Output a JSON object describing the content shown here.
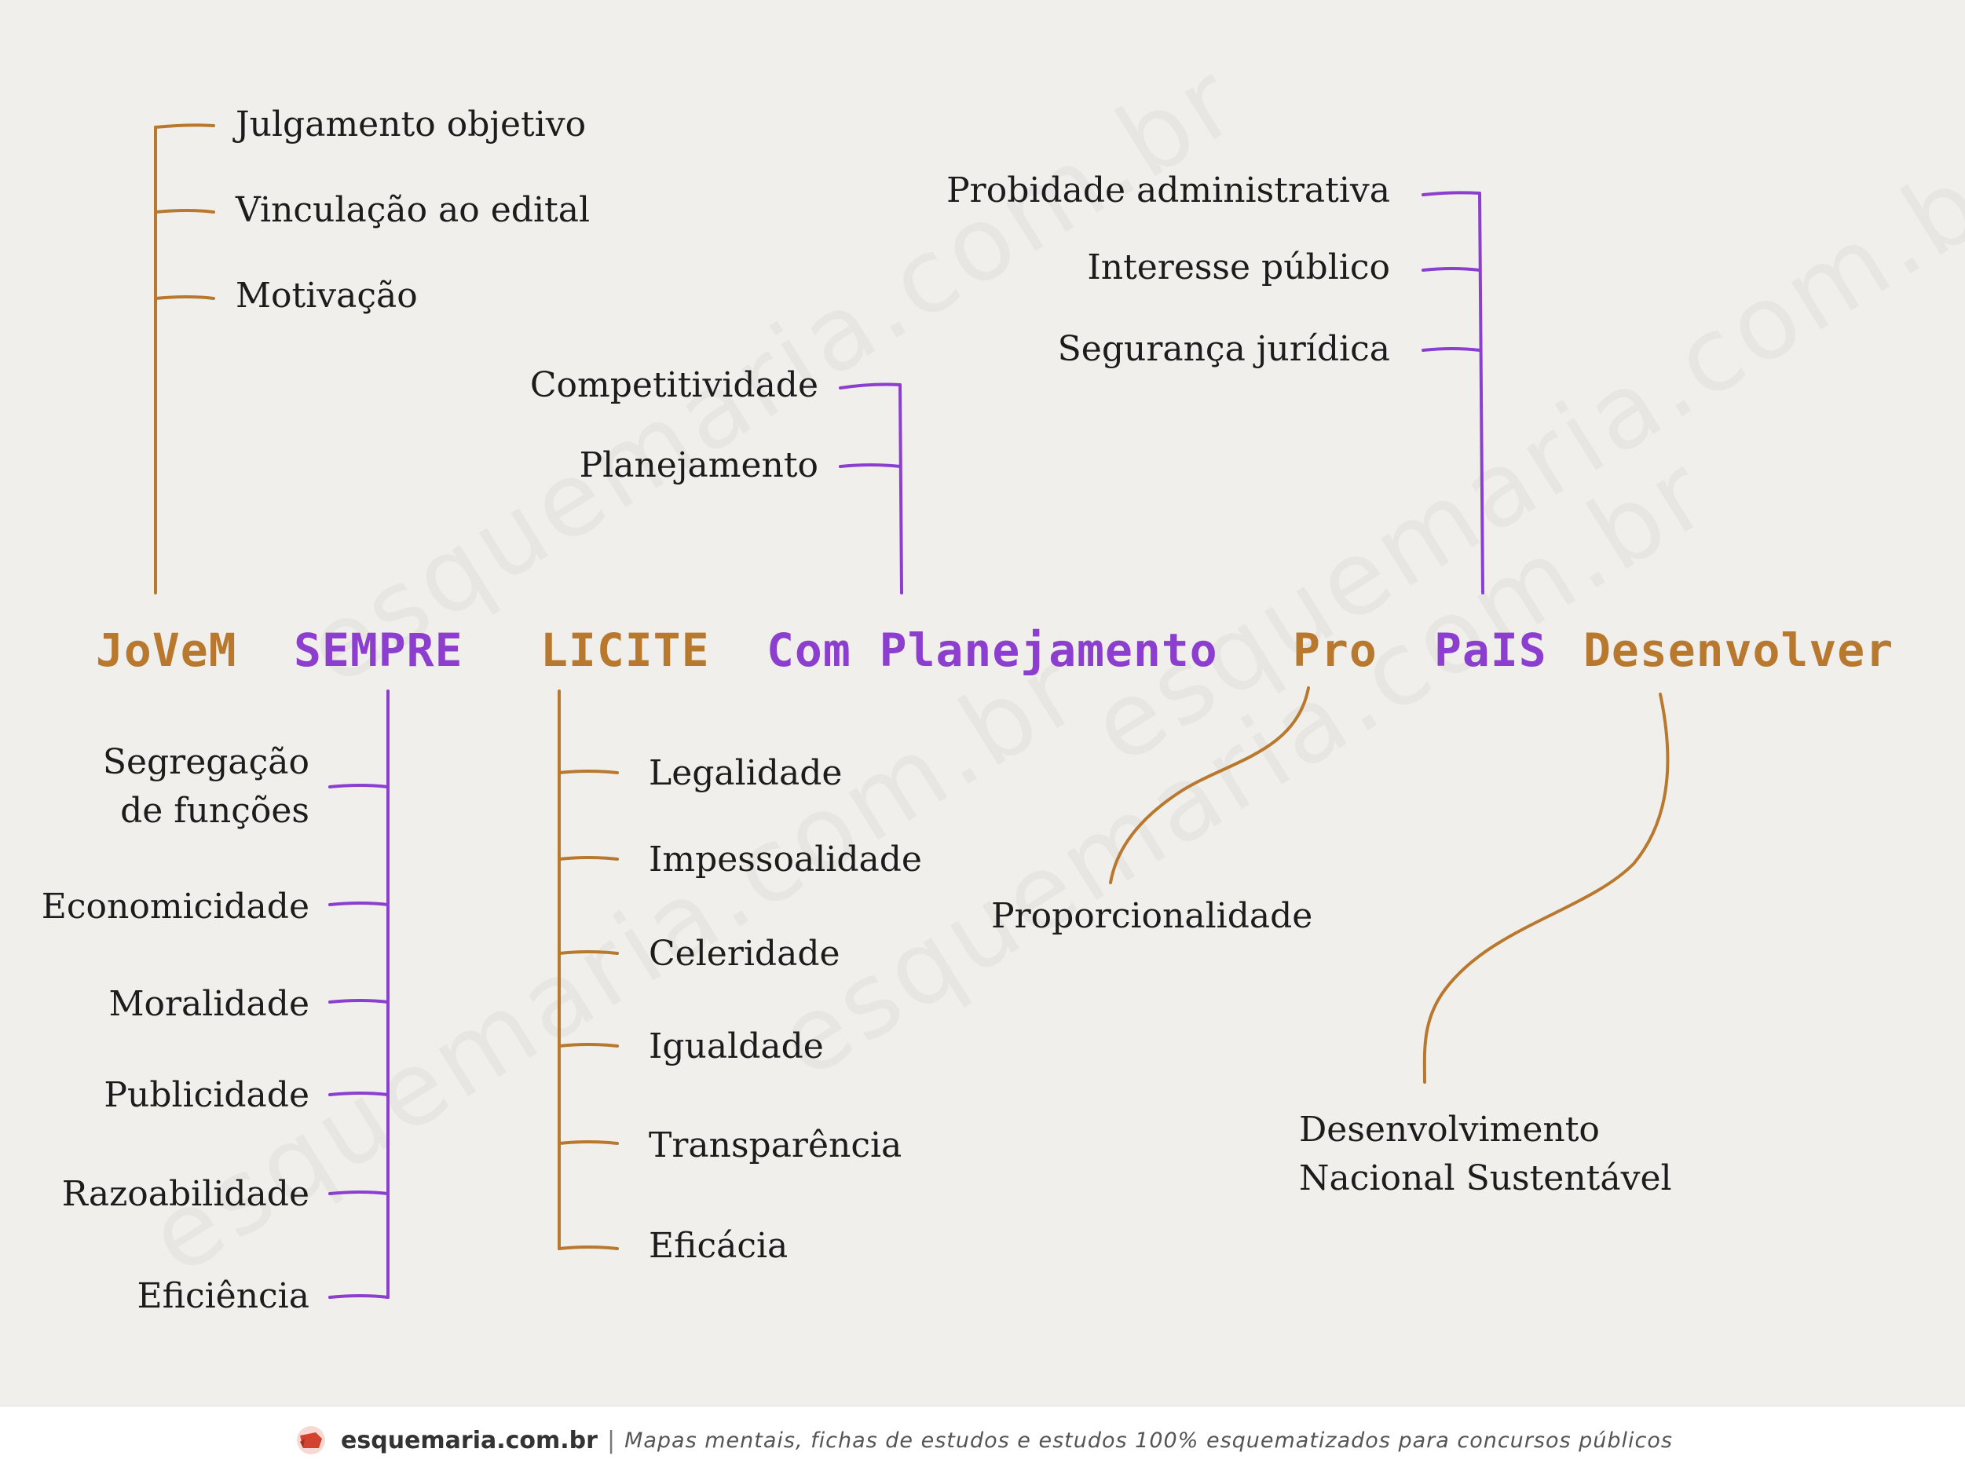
{
  "colors": {
    "orange": "#b8792e",
    "purple": "#8c3fcf",
    "background": "#f1efec"
  },
  "key": [
    "JoVeM",
    "SEMPRE",
    "LICITE",
    "Com Planejamento",
    "Pro",
    "PaIS",
    "Desenvolver"
  ],
  "jovem": {
    "color": "orange",
    "items": [
      "Julgamento objetivo",
      "Vinculação ao edital",
      "Motivação"
    ]
  },
  "sempre": {
    "color": "purple",
    "items": [
      {
        "line1": "Segregação",
        "line2": "de funções"
      },
      "Economicidade",
      "Moralidade",
      "Publicidade",
      "Razoabilidade",
      "Eficiência"
    ]
  },
  "licite": {
    "color": "orange",
    "items": [
      "Legalidade",
      "Impessoalidade",
      "Celeridade",
      "Igualdade",
      "Transparência",
      "Eficácia"
    ]
  },
  "com_planejamento": {
    "color": "purple",
    "items": [
      "Competitividade",
      "Planejamento"
    ]
  },
  "pro": {
    "color": "orange",
    "items": [
      "Proporcionalidade"
    ]
  },
  "pais": {
    "color": "purple",
    "items": [
      "Probidade administrativa",
      "Interesse público",
      "Segurança jurídica"
    ]
  },
  "desenvolver": {
    "color": "orange",
    "items": [
      {
        "line1": "Desenvolvimento",
        "line2": "Nacional Sustentável"
      }
    ]
  },
  "footer": {
    "brand": "esquemaria.com.br",
    "separator": "|",
    "tagline": "Mapas mentais, fichas de estudos e estudos 100% esquematizados para concursos públicos"
  }
}
